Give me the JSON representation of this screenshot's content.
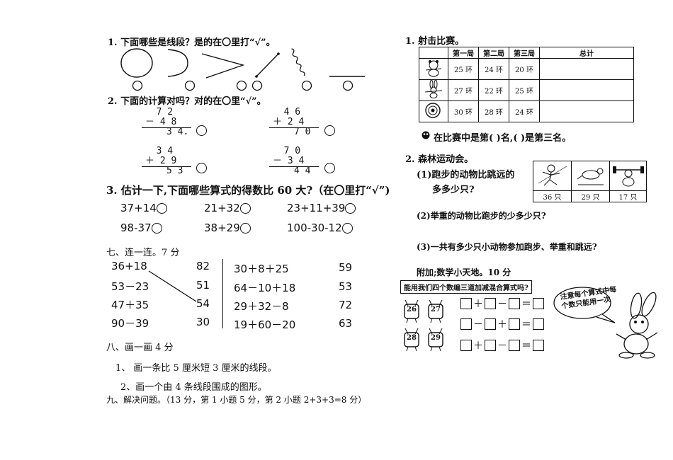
{
  "left": {
    "q1": {
      "title": "1. 下面哪些是线段？是的在〇里打“√”。"
    },
    "q2": {
      "title": "2. 下面的计算对吗？对的在〇里“√”。",
      "calcs": [
        {
          "top": "  7 2",
          "op": "－",
          "bottom": "4 8",
          "result": "3 4."
        },
        {
          "top": "  4 6",
          "op": "＋",
          "bottom": "2 4",
          "result": "7 0"
        },
        {
          "top": "  3 4",
          "op": "＋",
          "bottom": "2 9",
          "result": "5 3"
        },
        {
          "top": "  7 0",
          "op": "－",
          "bottom": "3 4",
          "result": "4 4"
        }
      ]
    },
    "q3": {
      "title": "3. 估计一下,下面哪些算式的得数比 60 大?（在〇里打“√”)",
      "exprs": [
        "37+14",
        "21+32",
        "23+11+39",
        "98-37",
        "38+29",
        "100-30-12"
      ]
    },
    "s7": {
      "title": "七、连一连。7 分",
      "left_exprs": [
        "36+18",
        "53－23",
        "47＋35",
        "90－39"
      ],
      "left_nums": [
        "82",
        "51",
        "54",
        "30"
      ],
      "right_exprs": [
        "30＋8＋25",
        "64－10＋18",
        "29＋32－8",
        "19＋60－20"
      ],
      "right_nums": [
        "59",
        "53",
        "72",
        "63"
      ]
    },
    "s8": {
      "title": "八、画一画 4 分",
      "item1": "1、 画一条比 5 厘米短 3 厘米的线段。",
      "item2": "2、画一个由 4 条线段围成的图形。"
    },
    "s9": {
      "title": "九、解决问题。（13 分，第 1 小题 5 分，第 2 小题 2+3+3=8 分）"
    }
  },
  "right": {
    "p1": {
      "title": "1. 射击比赛。",
      "headers": [
        "第一局",
        "第二局",
        "第三局",
        "总计"
      ],
      "rows": [
        [
          "25 环",
          "24 环",
          "20 环",
          ""
        ],
        [
          "27 环",
          "22 环",
          "25 环",
          ""
        ],
        [
          "30 环",
          "28 环",
          "24 环",
          ""
        ]
      ],
      "answer": "在比赛中是第(        )名,(            )是第三名。"
    },
    "p2": {
      "title": "2. 森林运动会。",
      "q1_line1": "(1)跑步的动物比跳远的",
      "q1_line2": "多多少只?",
      "counts": [
        "36 只",
        "29 只",
        "17 只"
      ],
      "q2": "(2)举重的动物比跑步的少多少只?",
      "q3": "(3)一共有多少只小动物参加跑步、举重和跳远?"
    },
    "bonus": {
      "title": "附加;数学小天地。10 分",
      "banner": "能用我们四个数编三道加减混合算式吗?",
      "cards": [
        "26",
        "27",
        "28",
        "29"
      ],
      "rows": [
        [
          "＋",
          "－",
          "＝"
        ],
        [
          "－",
          "＋",
          "＝"
        ],
        [
          "＋",
          "－",
          "＝"
        ]
      ],
      "bubble_line1": "注意每个算式中每",
      "bubble_line2": "个数只能用一次"
    }
  }
}
